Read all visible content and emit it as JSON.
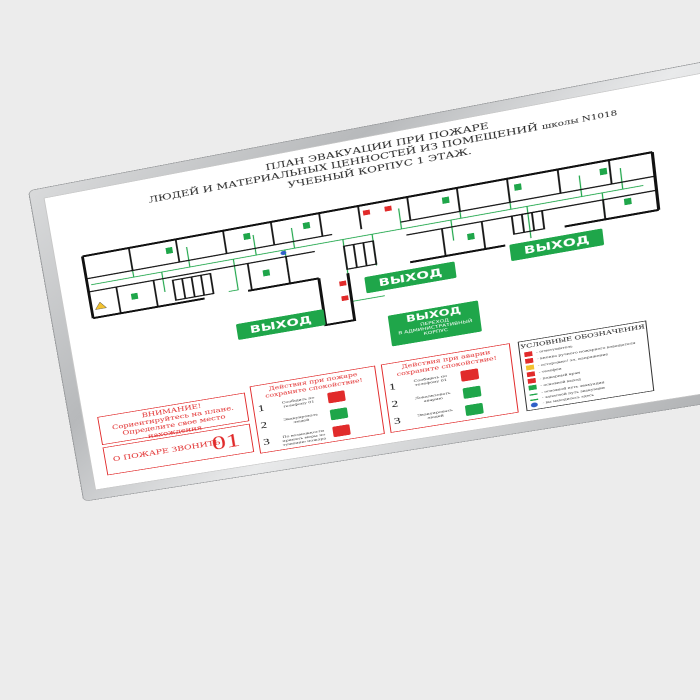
{
  "poster": {
    "title_line1": "ПЛАН ЭВАКУАЦИИ ПРИ ПОЖАРЕ",
    "title_line2": "ЛЮДЕЙ И МАТЕРИАЛЬНЫХ ЦЕННОСТЕЙ ИЗ ПОМЕЩЕНИЙ",
    "title_school": "школы N1018",
    "title_line3": "УЧЕБНЫЙ КОРПУС 1 ЭТАЖ."
  },
  "exits": {
    "exit1": "ВЫХОД",
    "exit2": "ВЫХОД",
    "exit3": "ВЫХОД",
    "exit4_main": "ВЫХОД",
    "exit4_sub1": "ПЕРЕХОД",
    "exit4_sub2": "В АДМИНИСТРАТИВНЫЙ",
    "exit4_sub3": "КОРПУС"
  },
  "attention": {
    "line1": "ВНИМАНИЕ!",
    "line2": "Сориентируйтесь на плане.",
    "line3": "Определите свое место  нахождения"
  },
  "call": {
    "label": "О ПОЖАРЕ ЗВОНИТЬ",
    "number": "01"
  },
  "fire_actions": {
    "title1": "Действия при пожаре",
    "title2": "сохраните спокойствие!",
    "steps": [
      {
        "n": "1",
        "text": "Сообщить по телефону 01"
      },
      {
        "n": "2",
        "text": "Эвакуировать людей"
      },
      {
        "n": "3",
        "text": "По возможности принять меры по тушению пожара"
      }
    ]
  },
  "accident_actions": {
    "title1": "Действия при аварии",
    "title2": "сохраните спокойствие!",
    "steps": [
      {
        "n": "1",
        "text": "Сообщить по телефону 01"
      },
      {
        "n": "2",
        "text": "Локализовать аварию"
      },
      {
        "n": "3",
        "text": "Эвакуировать людей"
      }
    ]
  },
  "legend": {
    "title": "УСЛОВНЫЕ ОБОЗНАЧЕНИЯ",
    "items": [
      "- огнетушитель",
      "- кнопка ручного пожарного извещателя",
      "- осторожно! эл. напряжение",
      "- телефон",
      "- пожарный кран",
      "- основной выход",
      "- основной путь эвакуации",
      "- запасной путь эвакуации",
      "- вы находитесь здесь"
    ]
  },
  "colors": {
    "green": "#1fa64a",
    "red": "#e12b2b",
    "blue": "#2f5fc8",
    "wall": "#111111"
  }
}
